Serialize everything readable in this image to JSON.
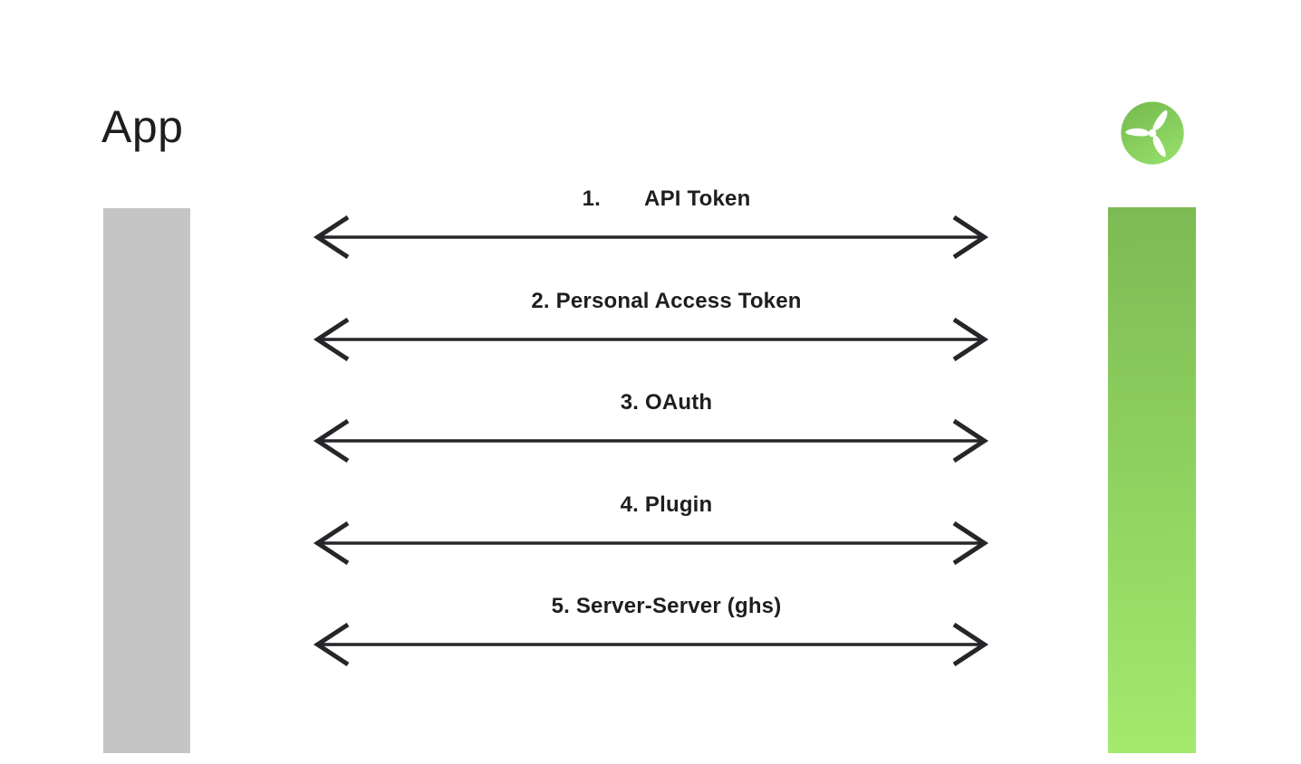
{
  "title": {
    "text": "App"
  },
  "logo": {
    "icon": "wind-turbine-icon"
  },
  "connections": [
    {
      "label": "1.       API Token"
    },
    {
      "label": "2. Personal Access Token"
    },
    {
      "label": "3. OAuth"
    },
    {
      "label": "4. Plugin"
    },
    {
      "label": "5. Server-Server (ghs)"
    }
  ],
  "colors": {
    "text": "#1e1e20",
    "arrow": "#26262a",
    "gray_bar": "#c5c5c5",
    "green_top": "#7cba53",
    "green_bottom": "#a3ea6e",
    "bg": "#ffffff"
  }
}
